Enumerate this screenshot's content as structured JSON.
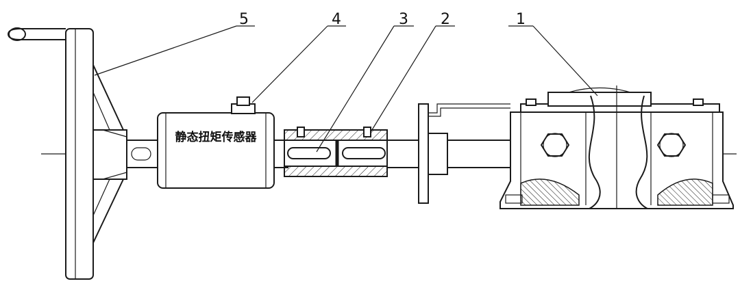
{
  "labels": [
    "1",
    "2",
    "3",
    "4",
    "5"
  ],
  "sensor_text": "静态扭矩传感器"
}
